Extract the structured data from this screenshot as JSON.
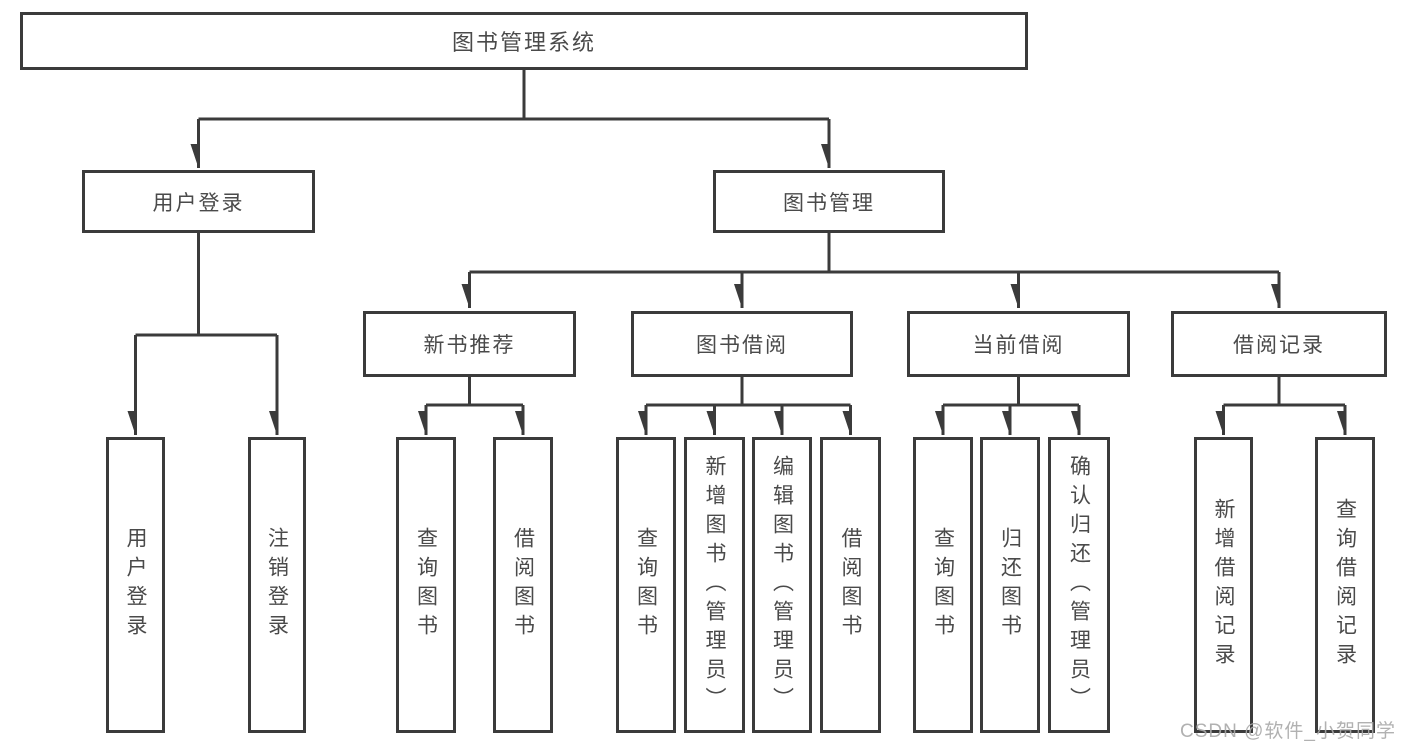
{
  "diagram": {
    "root": "图书管理系统",
    "level2": {
      "user_login": "用户登录",
      "book_mgmt": "图书管理"
    },
    "level3": {
      "new_book_rec": "新书推荐",
      "book_borrow": "图书借阅",
      "current_borrow": "当前借阅",
      "borrow_record": "借阅记录"
    },
    "leaves": {
      "user_login": "用户登录",
      "logout": "注销登录",
      "nb_query": "查询图书",
      "nb_borrow": "借阅图书",
      "bb_query": "查询图书",
      "bb_add": "新增图书（管理员）",
      "bb_edit": "编辑图书（管理员）",
      "bb_borrow": "借阅图书",
      "cb_query": "查询图书",
      "cb_return": "归还图书",
      "cb_confirm": "确认归还（管理员）",
      "br_add": "新增借阅记录",
      "br_query": "查询借阅记录"
    }
  },
  "watermark": "CSDN @软件_小贺同学",
  "colors": {
    "line": "#3b3b3b",
    "text": "#4a4a4a",
    "watermark": "#a9a9a9",
    "background": "#ffffff"
  }
}
